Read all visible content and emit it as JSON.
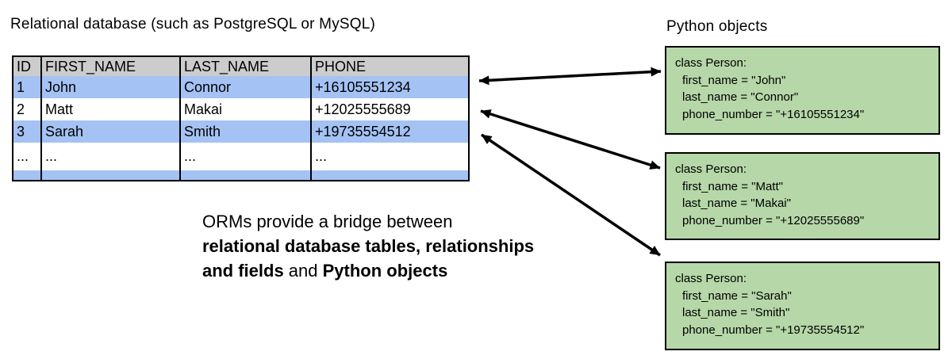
{
  "left": {
    "title": "Relational database (such as PostgreSQL or MySQL)",
    "table": {
      "headers": [
        "ID",
        "FIRST_NAME",
        "LAST_NAME",
        "PHONE"
      ],
      "rows": [
        [
          "1",
          "John",
          "Connor",
          "+16105551234"
        ],
        [
          "2",
          "Matt",
          "Makai",
          "+12025555689"
        ],
        [
          "3",
          "Sarah",
          "Smith",
          "+19735554512"
        ],
        [
          "...",
          "...",
          "...",
          "..."
        ]
      ]
    }
  },
  "right": {
    "title": "Python objects",
    "objects": [
      {
        "declaration": "class Person:",
        "attributes": [
          "first_name = \"John\"",
          "last_name = \"Connor\"",
          "phone_number = \"+16105551234\""
        ]
      },
      {
        "declaration": "class Person:",
        "attributes": [
          "first_name = \"Matt\"",
          "last_name = \"Makai\"",
          "phone_number = \"+12025555689\""
        ]
      },
      {
        "declaration": "class Person:",
        "attributes": [
          "first_name = \"Sarah\"",
          "last_name = \"Smith\"",
          "phone_number = \"+19735554512\""
        ]
      }
    ]
  },
  "caption": {
    "line1": "ORMs provide a bridge between",
    "line2": "relational database tables, relationships",
    "line3_bold_a": "and fields",
    "line3_plain": " and ",
    "line3_bold_b": "Python objects"
  },
  "colors": {
    "table_header_bg": "#cccccc",
    "table_row_highlight": "#a4c2f4",
    "object_box_bg": "#b6d7a8",
    "border": "#000000",
    "arrow": "#000000"
  }
}
